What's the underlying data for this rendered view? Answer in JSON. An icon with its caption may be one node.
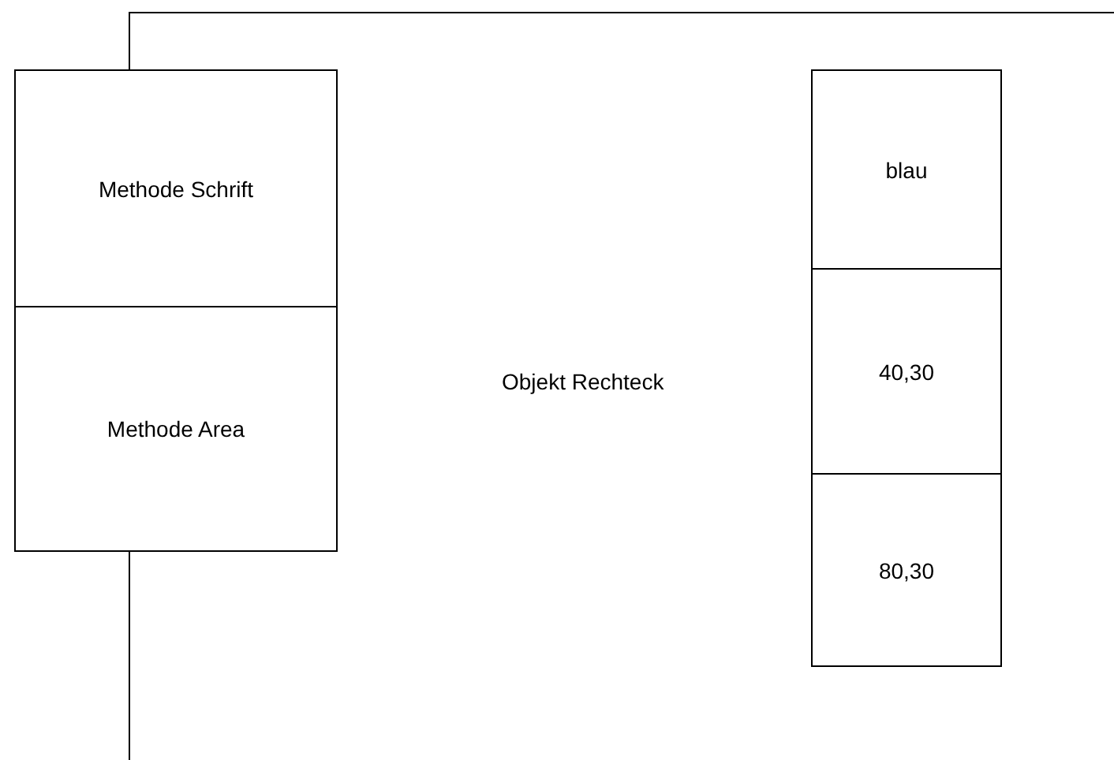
{
  "diagram": {
    "nodes": [
      {
        "text": [
          "Methode Schrift"
        ]
      },
      {
        "text": [
          "Methode Area"
        ]
      },
      {
        "text": [
          "blau"
        ]
      },
      {
        "text": [
          "40,30"
        ]
      },
      {
        "text": [
          "80,30"
        ]
      }
    ],
    "edges": [
      {
        "from": 0,
        "to": null,
        "arrow": "none"
      },
      {
        "from": 1,
        "to": null,
        "arrow": "none"
      }
    ],
    "labels": [
      "Objekt Rechteck"
    ]
  }
}
